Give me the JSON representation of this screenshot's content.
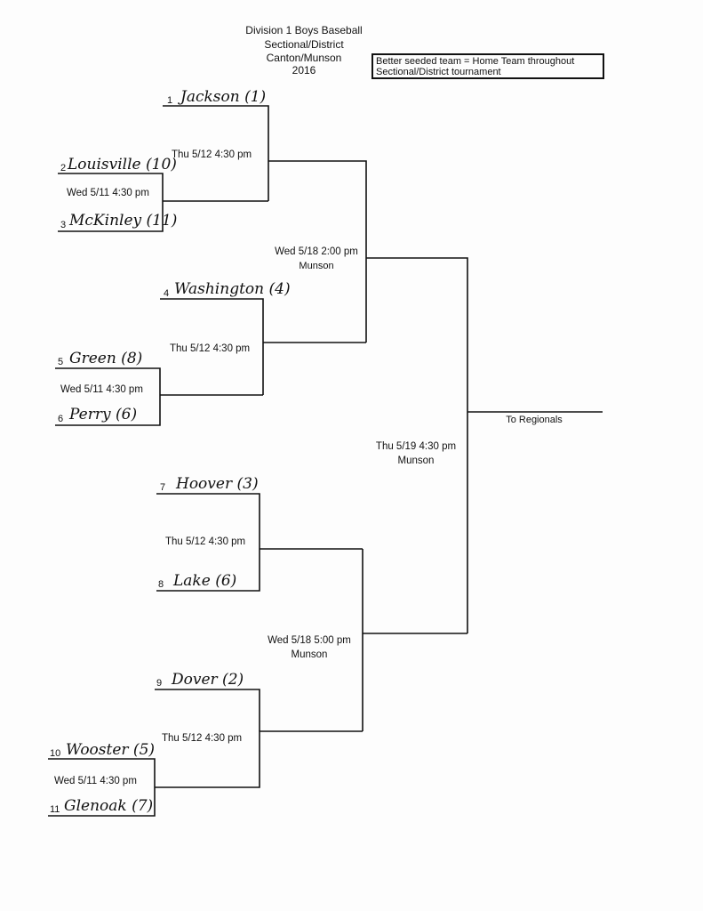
{
  "header": {
    "line1": "Division 1  Boys Baseball",
    "line2": "Sectional/District",
    "line3": "Canton/Munson",
    "line4": "2016"
  },
  "note": {
    "line1": "Better seeded team = Home Team throughout",
    "line2": "Sectional/District tournament"
  },
  "teams": [
    {
      "slot": "1",
      "name": "Jackson (1)"
    },
    {
      "slot": "2",
      "name": "Louisville (10)"
    },
    {
      "slot": "3",
      "name": "McKinley (11)"
    },
    {
      "slot": "4",
      "name": "Washington (4)"
    },
    {
      "slot": "5",
      "name": "Green (8)"
    },
    {
      "slot": "6",
      "name": "Perry (6)"
    },
    {
      "slot": "7",
      "name": "Hoover (3)"
    },
    {
      "slot": "8",
      "name": "Lake (6)"
    },
    {
      "slot": "9",
      "name": "Dover (2)"
    },
    {
      "slot": "10",
      "name": "Wooster (5)"
    },
    {
      "slot": "11",
      "name": "Glenoak (7)"
    }
  ],
  "games": {
    "g_2_3": "Wed 5/11 4:30 pm",
    "g_5_6": "Wed  5/11 4:30 pm",
    "g_10_11": "Wed  5/11 4:30 pm",
    "g_1": "Thu 5/12  4:30 pm",
    "g_4": "Thu 5/12 4:30 pm",
    "g_7_8": "Thu 5/12 4:30 pm",
    "g_9": "Thu 5/12 4:30 pm",
    "semi_top_time": "Wed 5/18 2:00 pm",
    "semi_top_site": "Munson",
    "semi_bot_time": "Wed 5/18 5:00 pm",
    "semi_bot_site": "Munson",
    "final_time": "Thu 5/19 4:30 pm",
    "final_site": "Munson",
    "to_regionals": "To Regionals"
  }
}
